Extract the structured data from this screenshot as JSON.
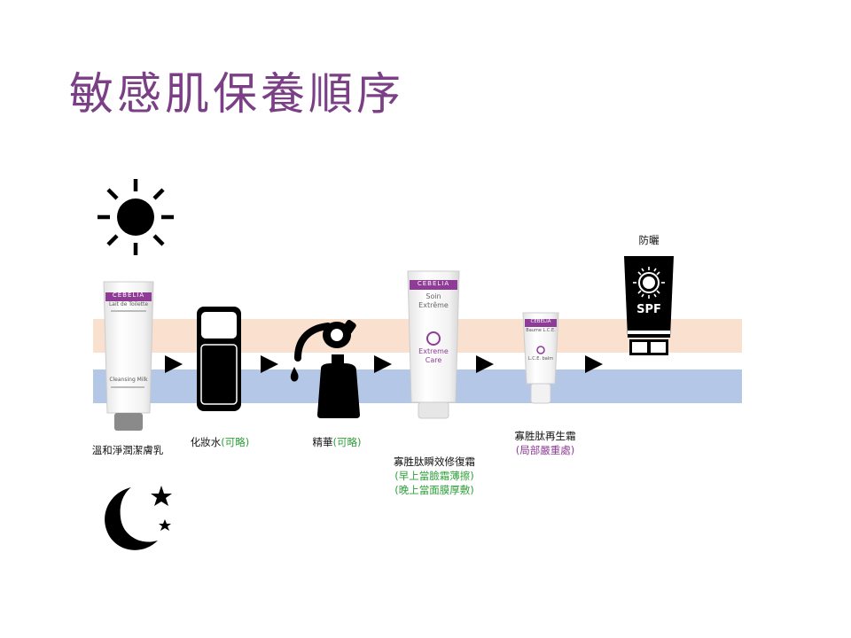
{
  "title": "敏感肌保養順序",
  "colors": {
    "title": "#7b3f86",
    "band_peach": "#f9e0cf",
    "band_blue": "#b4c7e7",
    "note_green": "#2f9e3a",
    "note_purple": "#8e3c96",
    "brand_purple": "#8e3c96"
  },
  "icons": {
    "day": "sun-icon",
    "night": "moon-stars-icon"
  },
  "products": {
    "brand": "CEBELIA",
    "milk": {
      "name": "Lait de Toilette",
      "sub": "Cleansing Milk"
    },
    "extreme": {
      "line1": "Soin",
      "line2": "Extrême",
      "line3": "Extreme",
      "line4": "Care"
    },
    "baume": {
      "name": "Baume L.C.E.",
      "sub": "L.C.E. balm"
    }
  },
  "steps": [
    {
      "label": "溫和淨潤潔膚乳",
      "note": ""
    },
    {
      "label": "化妝水",
      "note": "(可略)"
    },
    {
      "label": "精華",
      "note": "(可略)"
    },
    {
      "label": "寡胜肽瞬效修復霜",
      "note1": "(早上當臉霜薄擦)",
      "note2": "(晚上當面膜厚敷)"
    },
    {
      "label": "寡胜肽再生霜",
      "note": "(局部嚴重處)"
    },
    {
      "label": "防曬",
      "note": ""
    }
  ],
  "sunscreen_text": "SPF"
}
